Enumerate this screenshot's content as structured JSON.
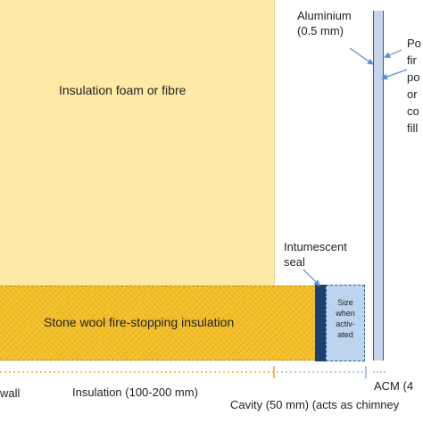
{
  "labels": {
    "foam": "Insulation foam or fibre",
    "stone_wool": "Stone wool fire-stopping insulation",
    "activated": [
      "Size",
      "when",
      "activ-",
      "ated"
    ],
    "aluminium": [
      "Aluminium",
      "(0.5 mm)"
    ],
    "core": [
      "Po",
      "fir",
      "po",
      "or",
      "co",
      "fill"
    ],
    "intumescent": [
      "Intumescent",
      "seal"
    ],
    "acm": "ACM (4",
    "wall": "wall",
    "insulation_dim": "Insulation (100-200 mm)",
    "cavity": "Cavity (50 mm) (acts as chimney"
  },
  "colors": {
    "foam": "#ffe9a6",
    "stone_wool": "#f3bd22",
    "seal": "#1f3f6e",
    "activated": "#bcd4ee",
    "acm": "#c5d3ec",
    "dimension": "#f5a623",
    "pointer": "#5b8fd0"
  }
}
